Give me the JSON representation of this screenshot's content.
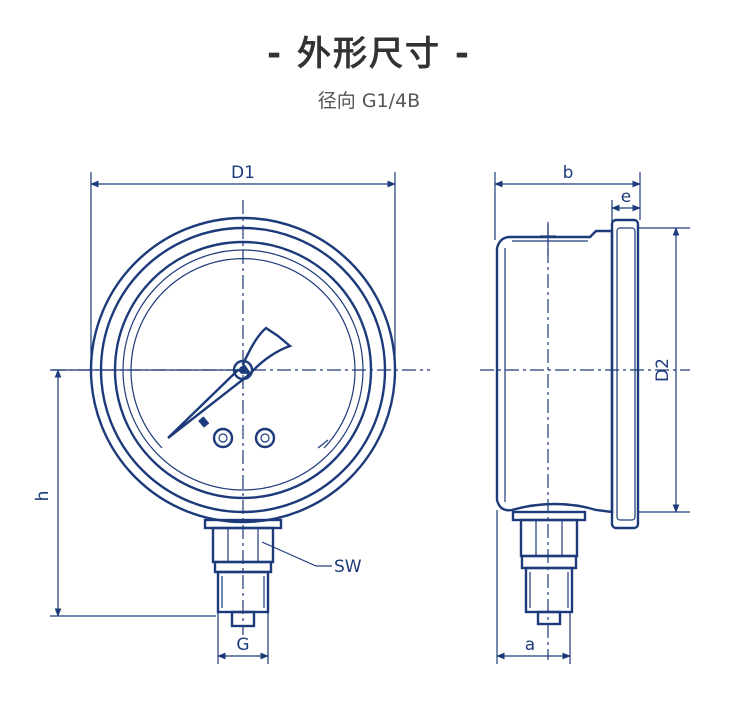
{
  "header": {
    "title": "- 外形尺寸 -",
    "subtitle": "径向 G1/4B"
  },
  "labels": {
    "d1": "D1",
    "d2": "D2",
    "b": "b",
    "e": "e",
    "h": "h",
    "sw": "SW",
    "g": "G",
    "a": "a"
  },
  "colors": {
    "line": "#1d3a7a",
    "title": "#333333",
    "subtitle": "#555555"
  }
}
